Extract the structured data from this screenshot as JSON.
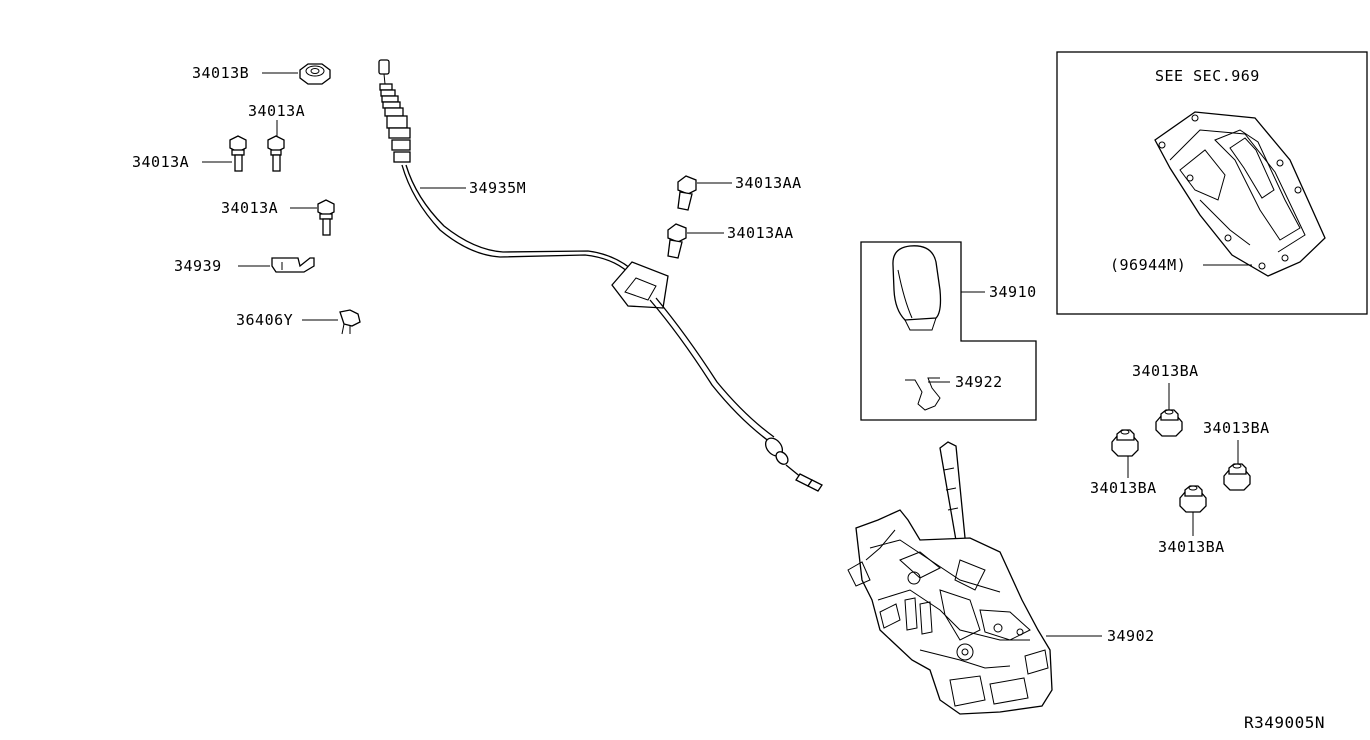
{
  "diagram_id": "R349005N",
  "inset": {
    "note": "SEE SEC.969",
    "part_label": "(96944M)"
  },
  "labels": {
    "p34013B": "34013B",
    "p34013A_top": "34013A",
    "p34013A_left": "34013A",
    "p34013A_mid": "34013A",
    "p34939": "34939",
    "p36406Y": "36406Y",
    "p34935M": "34935M",
    "p34013AA_1": "34013AA",
    "p34013AA_2": "34013AA",
    "p34910": "34910",
    "p34922": "34922",
    "p34013BA_1": "34013BA",
    "p34013BA_2": "34013BA",
    "p34013BA_3": "34013BA",
    "p34013BA_4": "34013BA",
    "p34902": "34902"
  }
}
